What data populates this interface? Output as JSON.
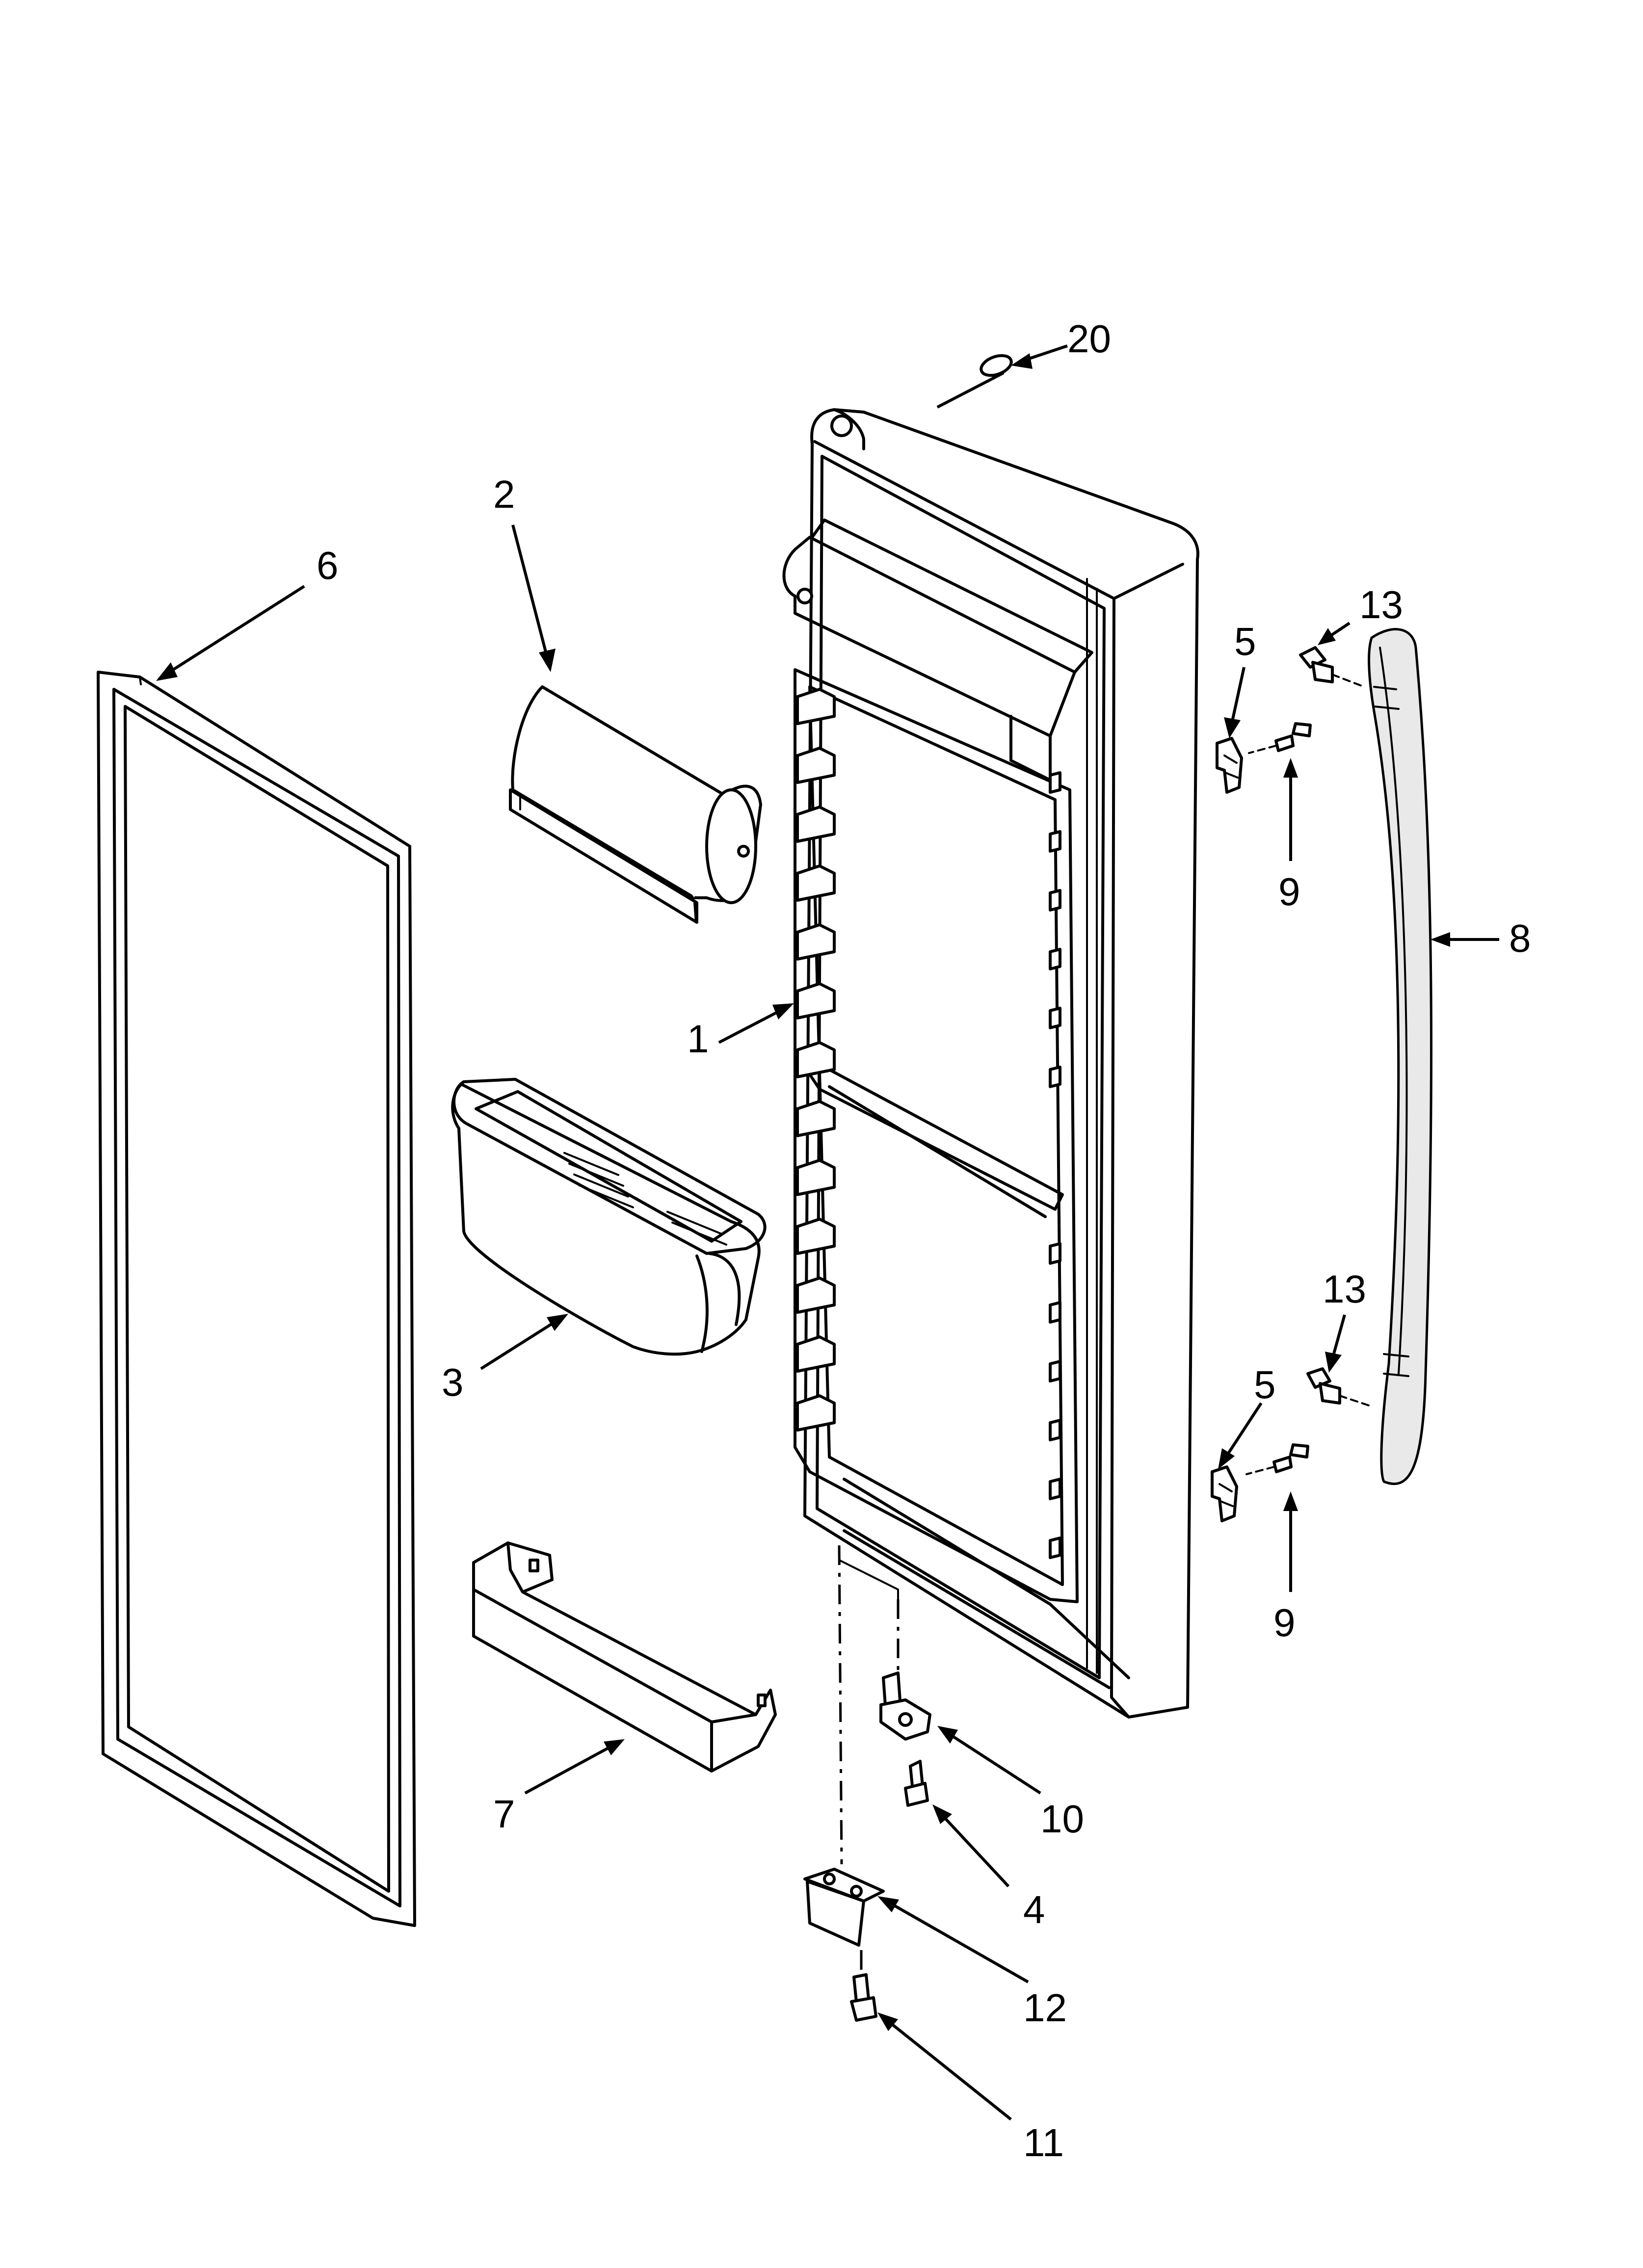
{
  "callouts": [
    {
      "id": "c20",
      "label": "20"
    },
    {
      "id": "c2",
      "label": "2"
    },
    {
      "id": "c6",
      "label": "6"
    },
    {
      "id": "c5a",
      "label": "5"
    },
    {
      "id": "c13a",
      "label": "13"
    },
    {
      "id": "c9a",
      "label": "9"
    },
    {
      "id": "c8",
      "label": "8"
    },
    {
      "id": "c1",
      "label": "1"
    },
    {
      "id": "c3",
      "label": "3"
    },
    {
      "id": "c13b",
      "label": "13"
    },
    {
      "id": "c5b",
      "label": "5"
    },
    {
      "id": "c9b",
      "label": "9"
    },
    {
      "id": "c10",
      "label": "10"
    },
    {
      "id": "c7",
      "label": "7"
    },
    {
      "id": "c4",
      "label": "4"
    },
    {
      "id": "c12",
      "label": "12"
    },
    {
      "id": "c11",
      "label": "11"
    }
  ]
}
